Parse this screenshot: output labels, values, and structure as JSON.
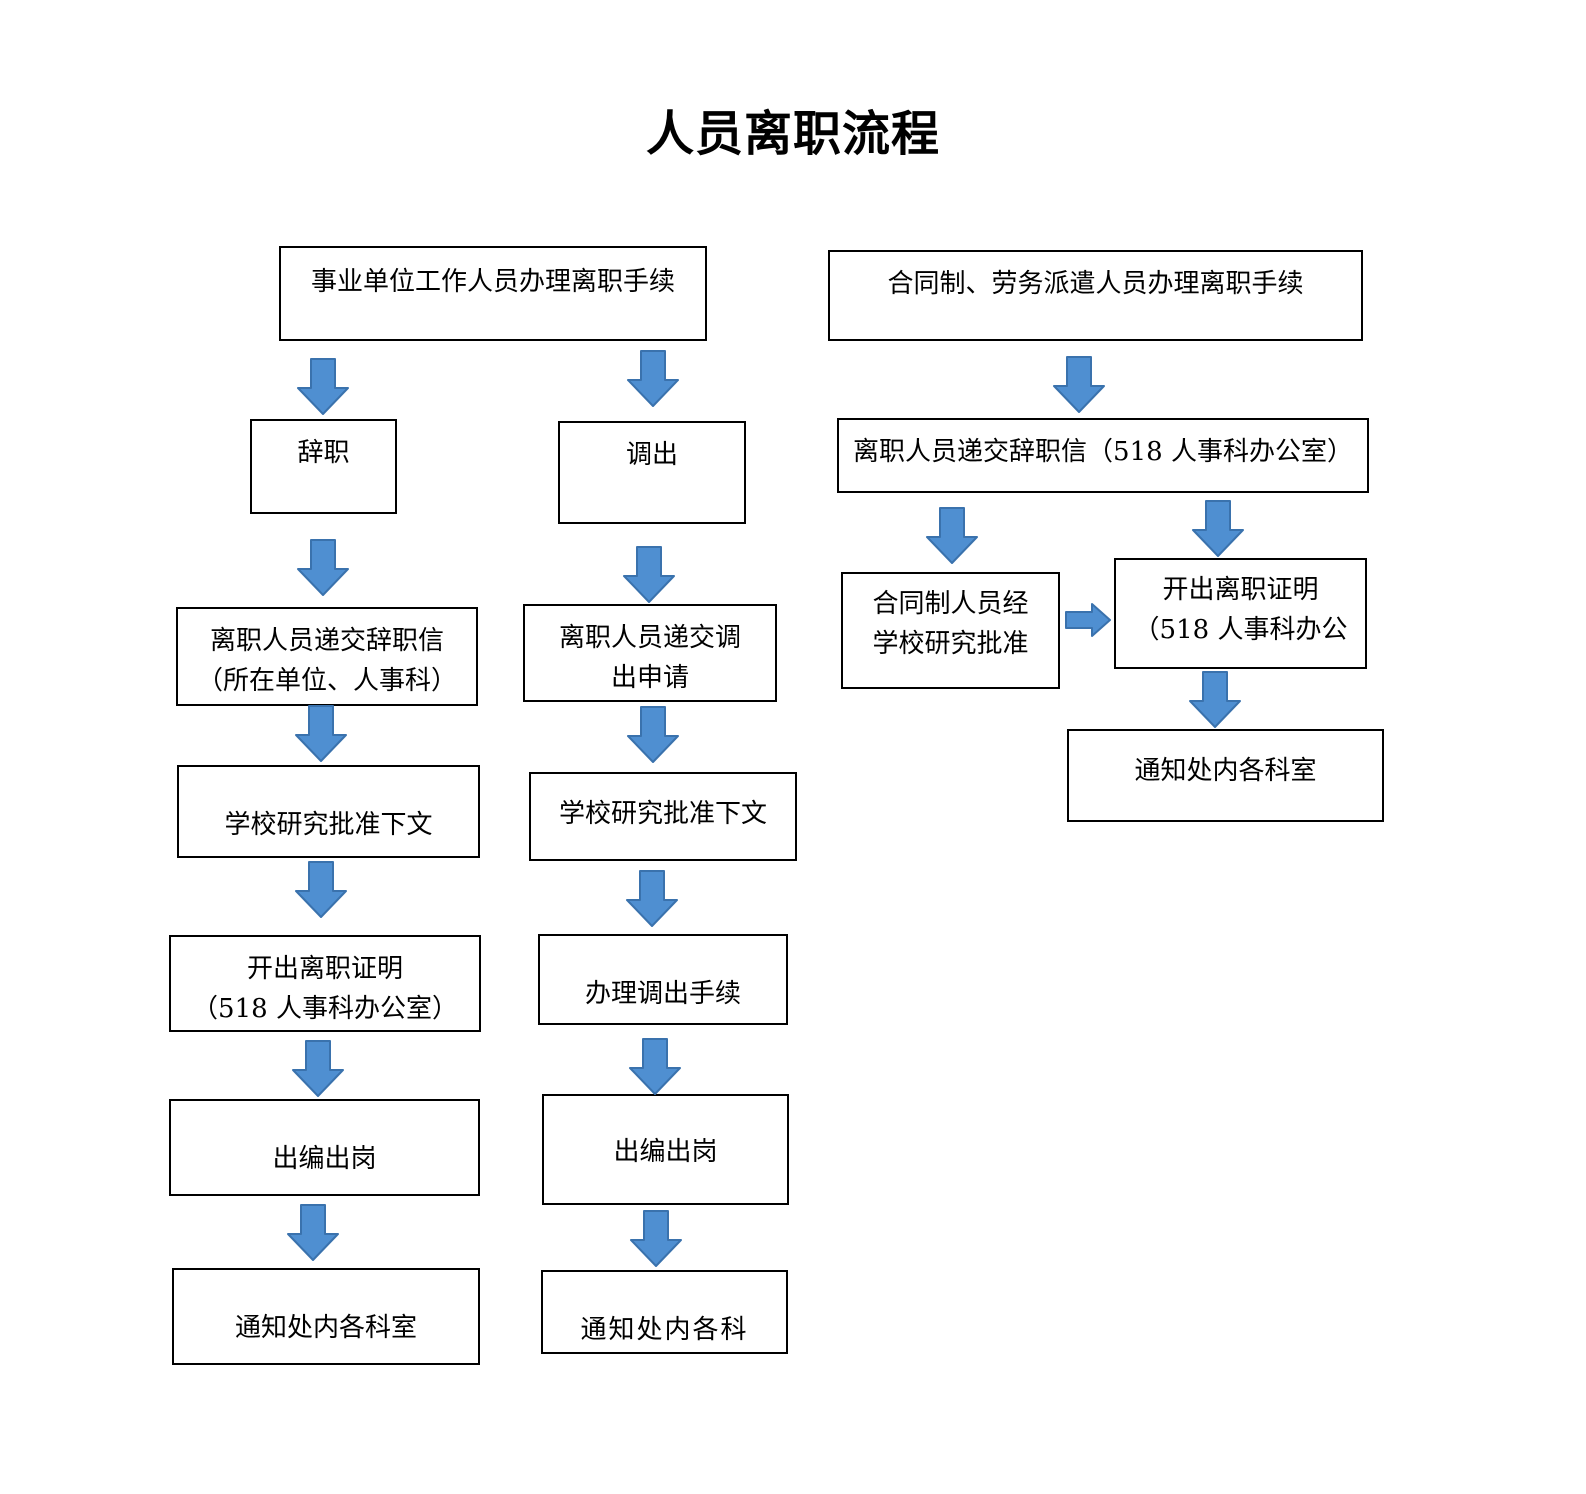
{
  "title": "人员离职流程",
  "colors": {
    "arrow_fill": "#4f8fd1",
    "arrow_stroke": "#3a72ad",
    "border": "#000000"
  },
  "col_a": {
    "head": "事业单位工作人员办理离职手续",
    "resign": "辞职",
    "submit": [
      "离职人员递交辞职信",
      "（所在单位、人事科）"
    ],
    "approve": "学校研究批准下文",
    "cert": [
      "开出离职证明",
      "（518 人事科办公室）"
    ],
    "out": "出编出岗",
    "notify": "通知处内各科室"
  },
  "col_b": {
    "transfer": "调出",
    "submit": [
      "离职人员递交调",
      "出申请"
    ],
    "approve": "学校研究批准下文",
    "procedure": "办理调出手续",
    "out": "出编出岗",
    "notify": "通知处内各科"
  },
  "col_c": {
    "head": "合同制、劳务派遣人员办理离职手续",
    "submit": "离职人员递交辞职信（518 人事科办公室）",
    "approve": [
      "合同制人员经",
      "学校研究批准"
    ],
    "cert": [
      "开出离职证明",
      "（518 人事科办公"
    ],
    "notify": "通知处内各科室"
  }
}
